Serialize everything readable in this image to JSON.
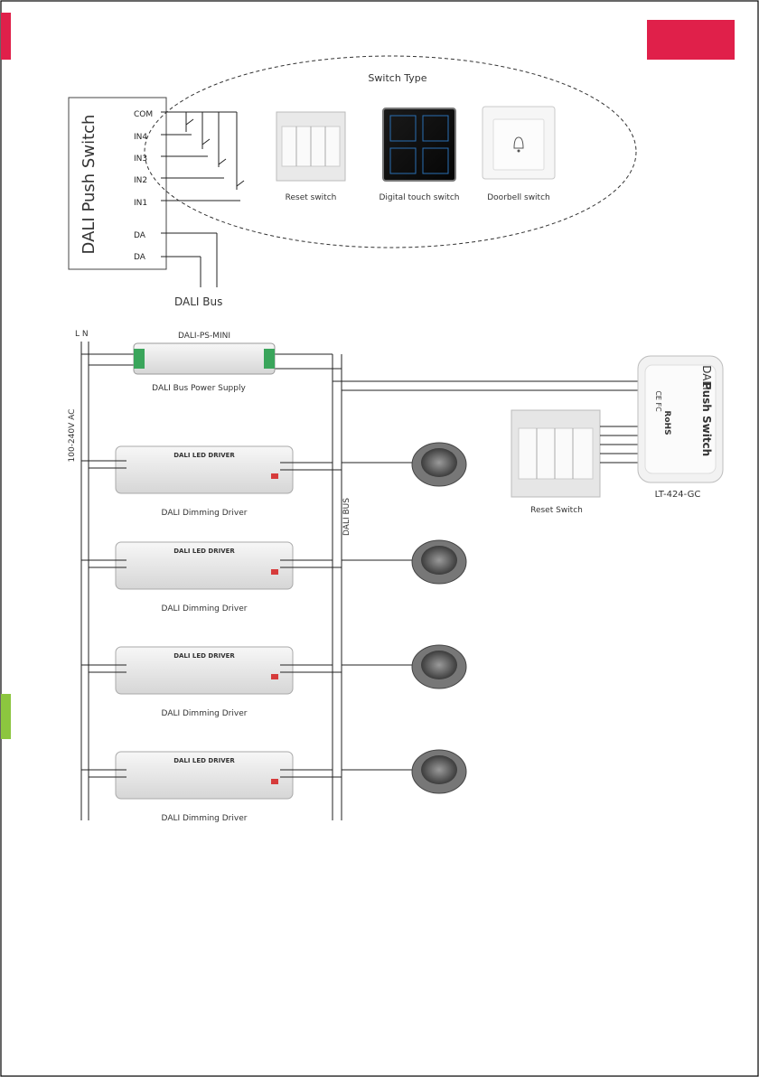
{
  "switch_module": {
    "title": "DALI Push Switch",
    "terminals": [
      "COM",
      "IN4",
      "IN3",
      "IN2",
      "IN1",
      "DA",
      "DA"
    ],
    "bus_label": "DALI Bus"
  },
  "switch_types": {
    "title": "Switch Type",
    "items": [
      {
        "label": "Reset switch",
        "icon": "reset-switch-icon"
      },
      {
        "label": "Digital touch switch",
        "icon": "touch-panel-icon"
      },
      {
        "label": "Doorbell switch",
        "icon": "doorbell-switch-icon"
      }
    ]
  },
  "wiring": {
    "mains_label": "L  N",
    "voltage_label": "100-240V AC",
    "power_supply": {
      "model": "DALI-PS-MINI",
      "label": "DALI Bus Power Supply"
    },
    "bus_label": "DALI BUS",
    "drivers": [
      {
        "label": "DALI Dimming Driver"
      },
      {
        "label": "DALI Dimming Driver"
      },
      {
        "label": "DALI Dimming Driver"
      },
      {
        "label": "DALI Dimming Driver"
      }
    ],
    "driver_box_text": "DALI LED DRIVER",
    "reset_switch_label": "Reset Switch",
    "push_switch": {
      "name": "Push Switch",
      "brand": "DALI",
      "model": "LT-424-GC",
      "rohs": "RoHS",
      "ce": "CE FC"
    }
  },
  "colors": {
    "accent_red": "#e0204a",
    "accent_green": "#8cc63f"
  }
}
